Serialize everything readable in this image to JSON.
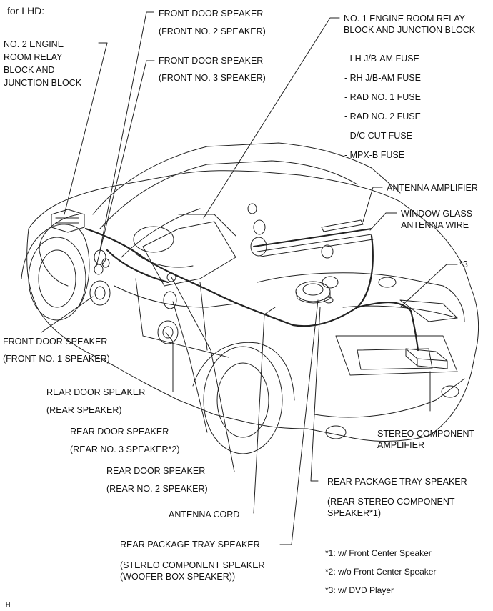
{
  "header": {
    "title": "for LHD:"
  },
  "labels": {
    "front_door_no2": [
      "FRONT DOOR SPEAKER",
      "(FRONT NO. 2 SPEAKER)"
    ],
    "front_door_no3": [
      "FRONT DOOR SPEAKER",
      "(FRONT NO. 3 SPEAKER)"
    ],
    "no2_relay_block": "NO. 2 ENGINE\nROOM RELAY\nBLOCK AND\nJUNCTION BLOCK",
    "no1_relay_block": "NO. 1 ENGINE ROOM RELAY\nBLOCK AND JUNCTION BLOCK",
    "fuses": [
      "- LH J/B-AM FUSE",
      "- RH J/B-AM FUSE",
      "- RAD NO. 1 FUSE",
      "- RAD NO. 2 FUSE",
      "- D/C CUT FUSE",
      "- MPX-B FUSE"
    ],
    "antenna_amplifier": "ANTENNA AMPLIFIER",
    "window_glass_antenna": "WINDOW GLASS\nANTENNA WIRE",
    "note_star3": "*3",
    "front_door_no1": [
      "FRONT DOOR SPEAKER",
      "(FRONT NO. 1 SPEAKER)"
    ],
    "rear_door_rear": [
      "REAR DOOR SPEAKER",
      "(REAR SPEAKER)"
    ],
    "rear_door_no3": [
      "REAR DOOR SPEAKER",
      "(REAR NO. 3 SPEAKER*2)"
    ],
    "rear_door_no2": [
      "REAR DOOR SPEAKER",
      "(REAR NO. 2 SPEAKER)"
    ],
    "stereo_amp": "STEREO COMPONENT\nAMPLIFIER",
    "rear_package_tray": [
      "REAR PACKAGE TRAY SPEAKER",
      "(REAR STEREO COMPONENT\nSPEAKER*1)"
    ],
    "antenna_cord": "ANTENNA CORD",
    "rear_package_woofer": [
      "REAR PACKAGE TRAY SPEAKER",
      "(STEREO COMPONENT SPEAKER\n(WOOFER BOX SPEAKER))"
    ]
  },
  "footnotes": [
    "*1: w/ Front Center Speaker",
    "*2: w/o Front Center Speaker",
    "*3: w/ DVD Player"
  ],
  "figure_code": "H"
}
